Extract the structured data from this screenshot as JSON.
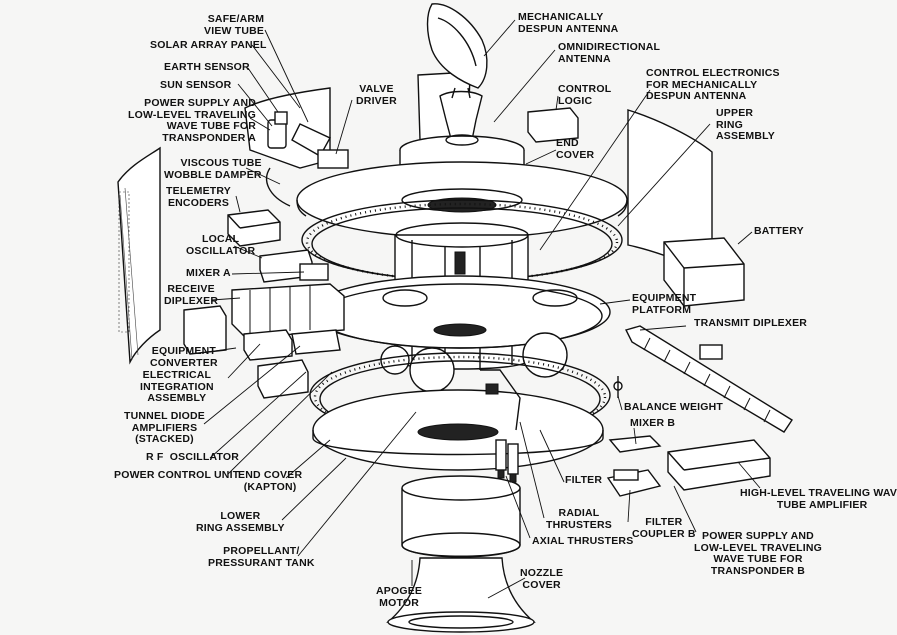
{
  "labels": {
    "safe_arm": "SAFE/ARM\nVIEW TUBE",
    "solar_array": "SOLAR ARRAY PANEL",
    "earth_sensor": "EARTH SENSOR",
    "sun_sensor": "SUN SENSOR",
    "power_supply_a": "POWER SUPPLY AND\nLOW-LEVEL TRAVELING\nWAVE TUBE FOR\nTRANSPONDER A",
    "valve_driver": "VALVE\nDRIVER",
    "viscous_damper": "VISCOUS TUBE\nWOBBLE DAMPER",
    "telemetry": "TELEMETRY\nENCODERS",
    "local_osc": "LOCAL\nOSCILLATOR",
    "mixer_a": "MIXER A",
    "receive_diplexer": "RECEIVE\nDIPLEXER",
    "equip_converter": "EQUIPMENT\nCONVERTER",
    "electrical_int": "ELECTRICAL\nINTEGRATION\nASSEMBLY",
    "tunnel_diode": "TUNNEL DIODE\nAMPLIFIERS\n(STACKED)",
    "rf_osc": "R F  OSCILLATOR",
    "power_control": "POWER CONTROL UNIT",
    "end_cover_kapton": "END COVER\n(KAPTON)",
    "lower_ring": "LOWER\nRING ASSEMBLY",
    "propellant": "PROPELLANT/\nPRESSURANT TANK",
    "apogee": "APOGEE\nMOTOR",
    "nozzle": "NOZZLE\nCOVER",
    "axial": "AXIAL THRUSTERS",
    "radial": "RADIAL\nTHRUSTERS",
    "filter": "FILTER",
    "filter_coupler": "FILTER\nCOUPLER B",
    "power_supply_b": "POWER SUPPLY AND\nLOW-LEVEL TRAVELING\nWAVE TUBE FOR\nTRANSPONDER B",
    "high_level_twt": "HIGH-LEVEL TRAVELING WAVE\nTUBE AMPLIFIER",
    "mixer_b": "MIXER B",
    "balance_weight": "BALANCE WEIGHT",
    "transmit_diplexer": "TRANSMIT DIPLEXER",
    "equip_platform": "EQUIPMENT\nPLATFORM",
    "battery": "BATTERY",
    "upper_ring": "UPPER\nRING\nASSEMBLY",
    "control_electronics": "CONTROL ELECTRONICS\nFOR MECHANICALLY\nDESPUN ANTENNA",
    "end_cover": "END\nCOVER",
    "control_logic": "CONTROL\nLOGIC",
    "omni_antenna": "OMNIDIRECTIONAL\nANTENNA",
    "mech_antenna": "MECHANICALLY\nDESPUN ANTENNA"
  },
  "colors": {
    "ink": "#111111",
    "paper": "#f6f6f5"
  }
}
